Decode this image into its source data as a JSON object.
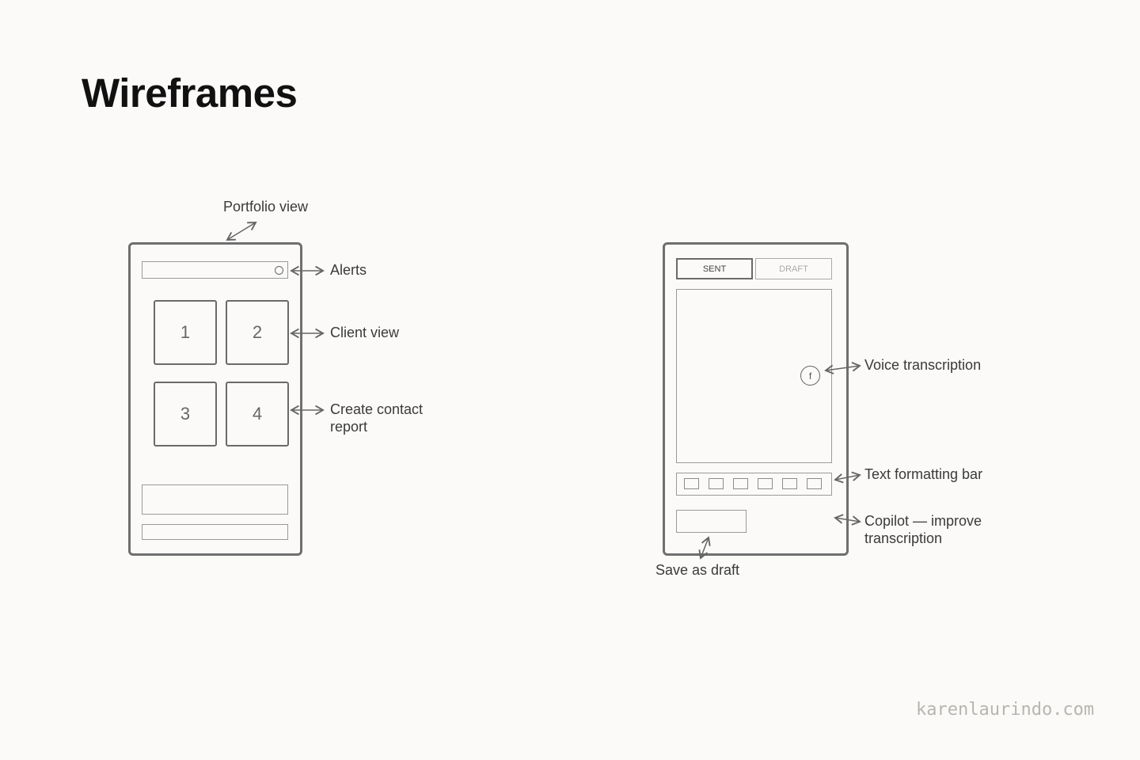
{
  "title": "Wireframes",
  "footer": "karenlaurindo.com",
  "left_wireframe": {
    "tiles": [
      "1",
      "2",
      "3",
      "4"
    ],
    "annotations": {
      "portfolio_view": "Portfolio view",
      "alerts": "Alerts",
      "client_view": "Client view",
      "create_contact_report": "Create contact report"
    }
  },
  "right_wireframe": {
    "tabs": [
      "SENT",
      "DRAFT"
    ],
    "mic_glyph": "f",
    "formatting_buttons": 6,
    "annotations": {
      "voice_transcription": "Voice transcription",
      "text_formatting_bar": "Text formatting bar",
      "copilot": "Copilot — improve transcription",
      "save_as_draft": "Save as draft"
    }
  },
  "colors": {
    "background": "#fbfaf8",
    "stroke": "#6f6f6f",
    "light_stroke": "#9a9a9a",
    "footer": "#b8b5b0"
  }
}
